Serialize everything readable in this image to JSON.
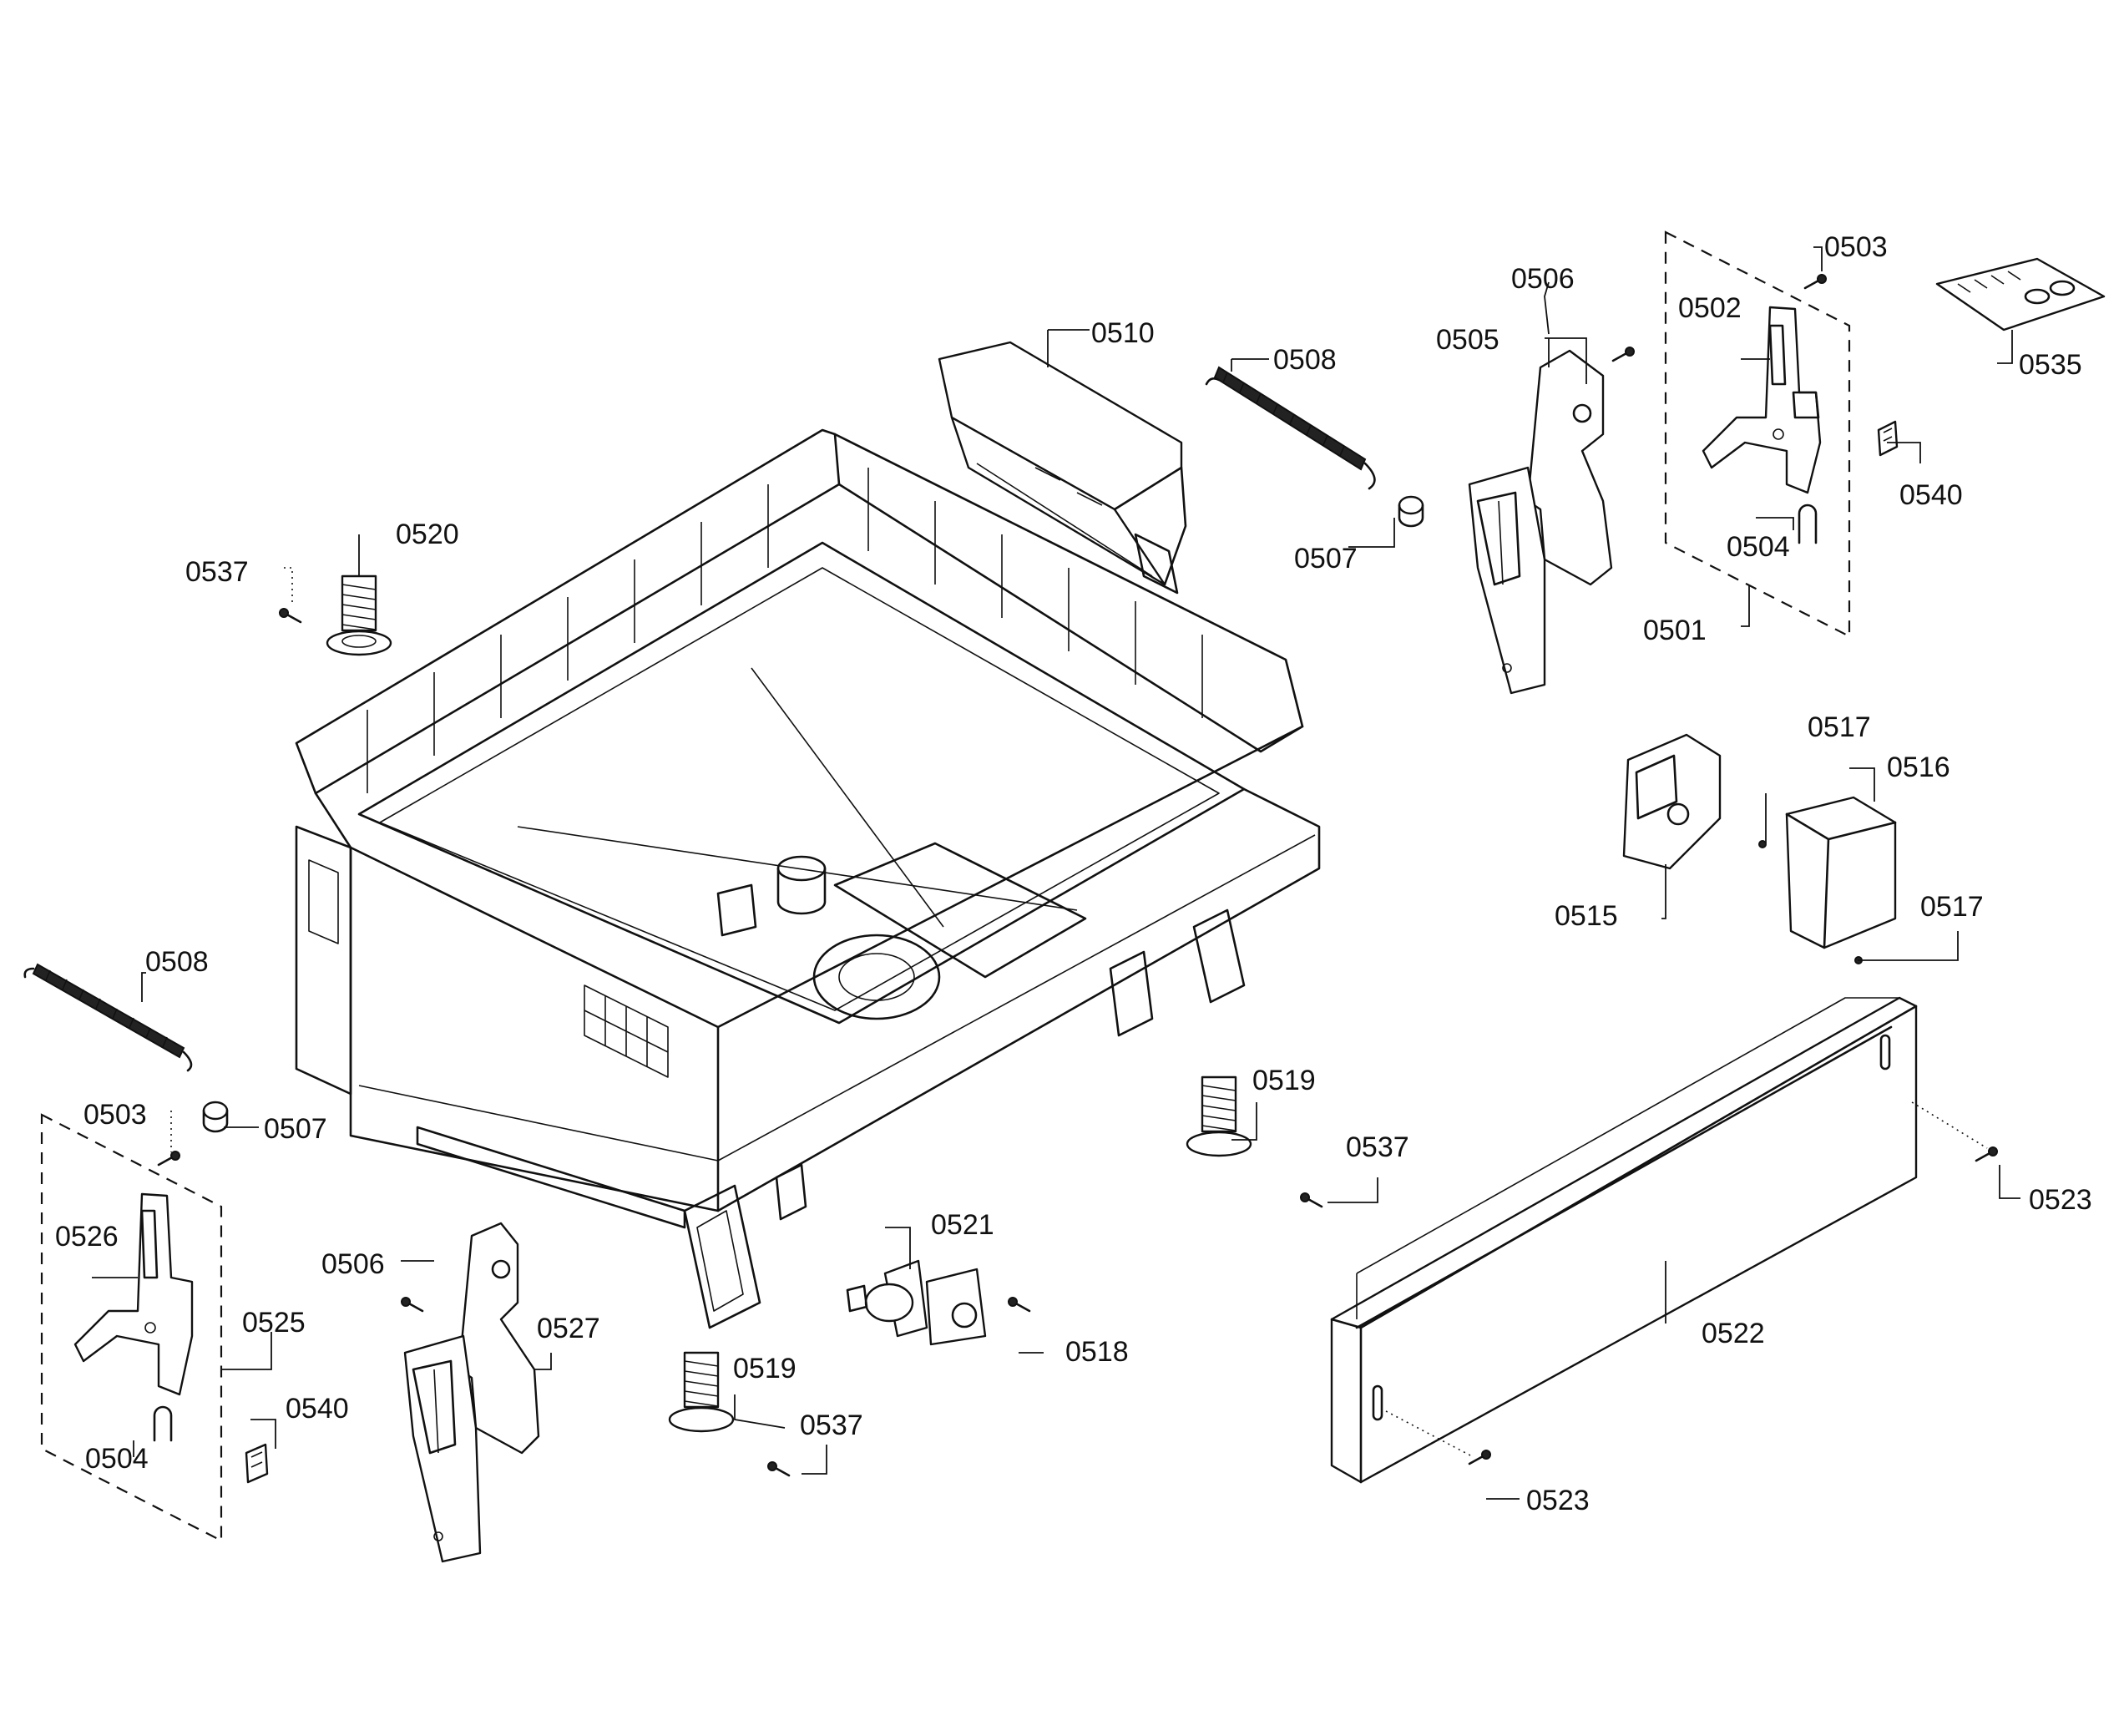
{
  "diagram": {
    "type": "exploded-parts-view",
    "labels": [
      {
        "id": "l0501",
        "text": "0501"
      },
      {
        "id": "l0502",
        "text": "0502"
      },
      {
        "id": "l0503a",
        "text": "0503"
      },
      {
        "id": "l0503b",
        "text": "0503"
      },
      {
        "id": "l0504a",
        "text": "0504"
      },
      {
        "id": "l0504b",
        "text": "0504"
      },
      {
        "id": "l0505",
        "text": "0505"
      },
      {
        "id": "l0506a",
        "text": "0506"
      },
      {
        "id": "l0506b",
        "text": "0506"
      },
      {
        "id": "l0507a",
        "text": "0507"
      },
      {
        "id": "l0507b",
        "text": "0507"
      },
      {
        "id": "l0508a",
        "text": "0508"
      },
      {
        "id": "l0508b",
        "text": "0508"
      },
      {
        "id": "l0510",
        "text": "0510"
      },
      {
        "id": "l0515",
        "text": "0515"
      },
      {
        "id": "l0516",
        "text": "0516"
      },
      {
        "id": "l0517a",
        "text": "0517"
      },
      {
        "id": "l0517b",
        "text": "0517"
      },
      {
        "id": "l0518",
        "text": "0518"
      },
      {
        "id": "l0519a",
        "text": "0519"
      },
      {
        "id": "l0519b",
        "text": "0519"
      },
      {
        "id": "l0520",
        "text": "0520"
      },
      {
        "id": "l0521",
        "text": "0521"
      },
      {
        "id": "l0522",
        "text": "0522"
      },
      {
        "id": "l0523a",
        "text": "0523"
      },
      {
        "id": "l0523b",
        "text": "0523"
      },
      {
        "id": "l0525",
        "text": "0525"
      },
      {
        "id": "l0526",
        "text": "0526"
      },
      {
        "id": "l0527",
        "text": "0527"
      },
      {
        "id": "l0535",
        "text": "0535"
      },
      {
        "id": "l0537a",
        "text": "0537"
      },
      {
        "id": "l0537b",
        "text": "0537"
      },
      {
        "id": "l0537c",
        "text": "0537"
      },
      {
        "id": "l0540a",
        "text": "0540"
      },
      {
        "id": "l0540b",
        "text": "0540"
      }
    ],
    "line_color": "#111111",
    "background": "#ffffff"
  }
}
